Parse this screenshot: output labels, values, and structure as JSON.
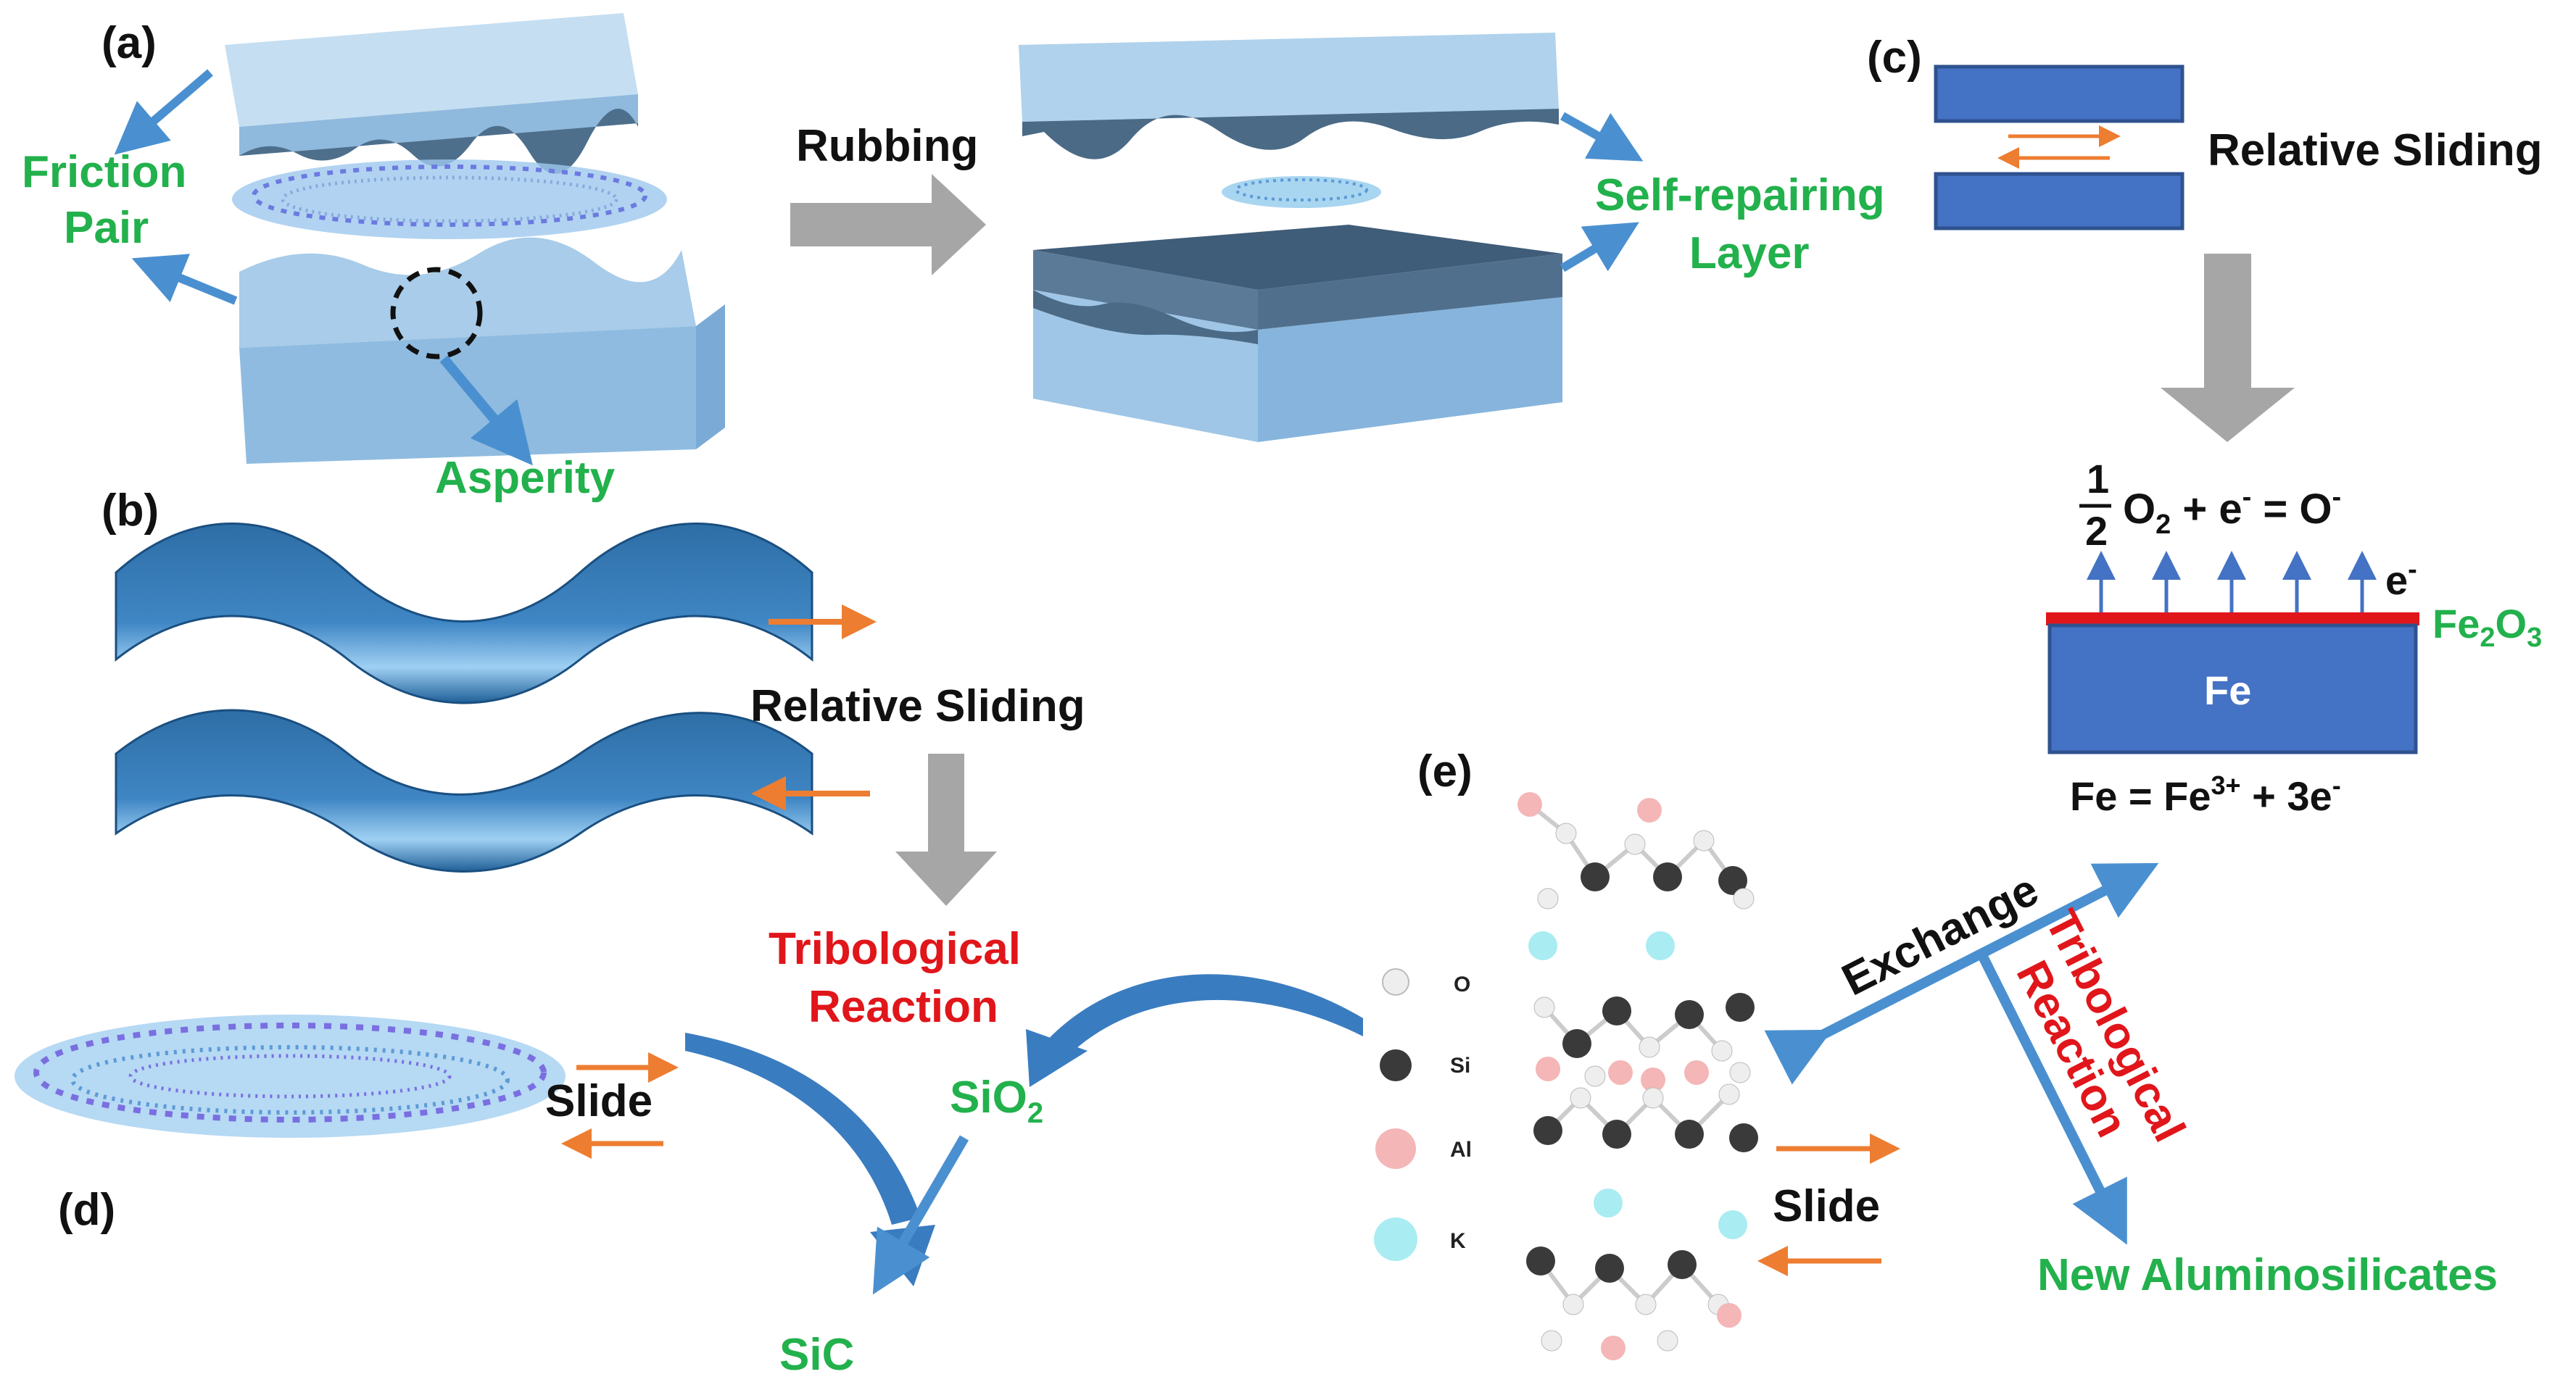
{
  "colors": {
    "green": "#22b14c",
    "red": "#e0161b",
    "black": "#111111",
    "orange": "#ed7d31",
    "blue": "#4472c4",
    "slab": "#9dc3e6",
    "gray": "#a6a6a6"
  },
  "panel_a": {
    "tag": "(a)",
    "friction_pair": [
      "Friction",
      "Pair"
    ],
    "rubbing": "Rubbing",
    "self_repairing": [
      "Self-repairing",
      "Layer"
    ],
    "asperity": "Asperity"
  },
  "panel_b": {
    "tag": "(b)",
    "relative_sliding": "Relative Sliding",
    "tribological_reaction": [
      "Tribological",
      "Reaction"
    ]
  },
  "panel_c": {
    "tag": "(c)",
    "relative_sliding": "Relative Sliding",
    "eq_top_frac_num": "1",
    "eq_top_frac_den": "2",
    "eq_top_o": "O",
    "eq_top_o_sub": "2",
    "eq_top_rest1": " + e",
    "eq_top_sup1": "-",
    "eq_top_rest2": " = O",
    "eq_top_sup2": "-",
    "electron": "e",
    "electron_sup": "-",
    "fe2o3_a": "Fe",
    "fe2o3_sub1": "2",
    "fe2o3_b": "O",
    "fe2o3_sub2": "3",
    "fe_block": "Fe",
    "eq_bottom_a": "Fe = Fe",
    "eq_bottom_sup": "3+",
    "eq_bottom_b": " + 3e",
    "eq_bottom_sup2": "-"
  },
  "panel_d": {
    "tag": "(d)",
    "slide": "Slide",
    "sio2": "SiO",
    "sio2_sub": "2",
    "sic": "SiC"
  },
  "panel_e": {
    "tag": "(e)",
    "legend": [
      "O",
      "Si",
      "Al",
      "K"
    ],
    "slide": "Slide",
    "exchange": "Exchange",
    "tribological_reaction": [
      "Tribological",
      "Reaction"
    ],
    "new_aluminosilicates": "New Aluminosilicates"
  }
}
